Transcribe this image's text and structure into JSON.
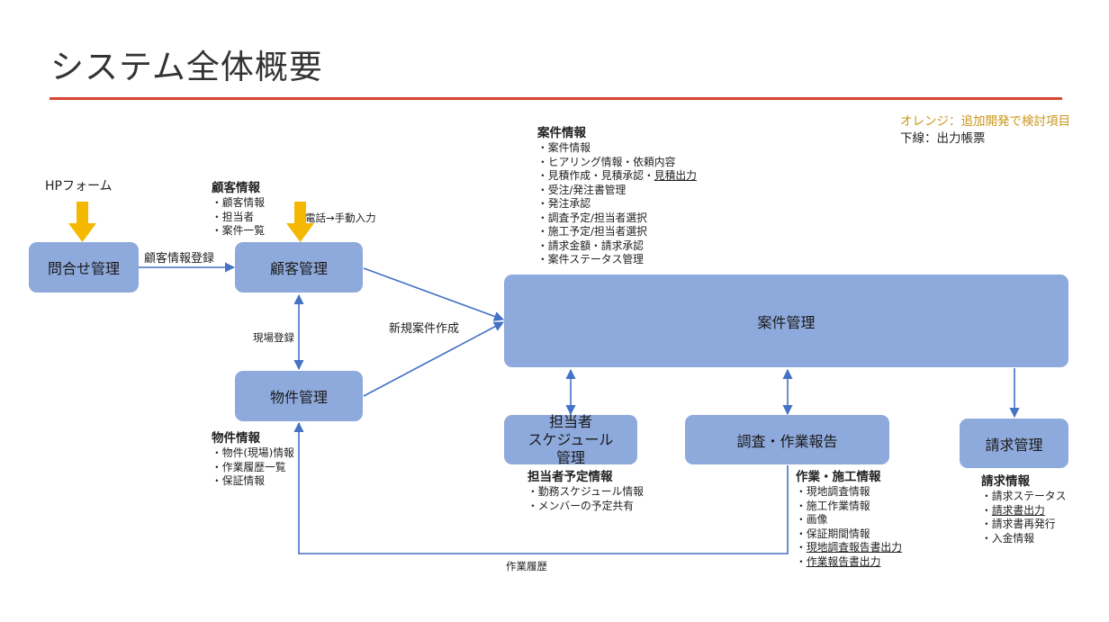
{
  "title": "システム全体概要",
  "legend": {
    "orange": "オレンジ：追加開発で検討項目",
    "underline": "下線：出力帳票"
  },
  "colors": {
    "box": "#8ea9db",
    "arrow": "#4472c4",
    "input_arrow": "#f5b800",
    "rule": "#d9452f",
    "legend_orange": "#c9961a"
  },
  "boxes": {
    "inquiry": "問合せ管理",
    "customer": "顧客管理",
    "property": "物件管理",
    "case": "案件管理",
    "staff_line1": "担当者",
    "staff_line2": "スケジュール",
    "staff_line3": "管理",
    "survey": "調査・作業報告",
    "billing": "請求管理"
  },
  "labels": {
    "hp_form": "HPフォーム",
    "phone_input": "電話→手動入力",
    "customer_reg": "顧客情報登録",
    "site_reg": "現場登録",
    "new_case": "新規案件作成",
    "work_history": "作業履歴"
  },
  "customer_info": {
    "heading": "顧客情報",
    "items": [
      "・顧客情報",
      "・担当者",
      "・案件一覧"
    ]
  },
  "property_info": {
    "heading": "物件情報",
    "items": [
      "・物件(現場)情報",
      "・作業履歴一覧",
      "・保証情報"
    ]
  },
  "case_info": {
    "heading": "案件情報",
    "items": [
      "・案件情報",
      "・ヒアリング情報・依頼内容",
      "・見積作成・見積承認・",
      "・受注/発注書管理",
      "・発注承認",
      "・調査予定/担当者選択",
      "・施工予定/担当者選択",
      "・請求金額・請求承認",
      "・案件ステータス管理"
    ],
    "estimate_output": "見積出力"
  },
  "staff_info": {
    "heading": "担当者予定情報",
    "items": [
      "・勤務スケジュール情報",
      "・メンバーの予定共有"
    ]
  },
  "work_info": {
    "heading": "作業・施工情報",
    "items": [
      "・現地調査情報",
      "・施工作業情報",
      "・画像",
      "・保証期間情報"
    ],
    "bullet": "・",
    "outputs": [
      "現地調査報告書出力",
      "作業報告書出力"
    ]
  },
  "billing_info": {
    "heading": "請求情報",
    "bullet": "・",
    "item1": "・請求ステータス",
    "output": "請求書出力",
    "items": [
      "・請求書再発行",
      "・入金情報"
    ]
  }
}
